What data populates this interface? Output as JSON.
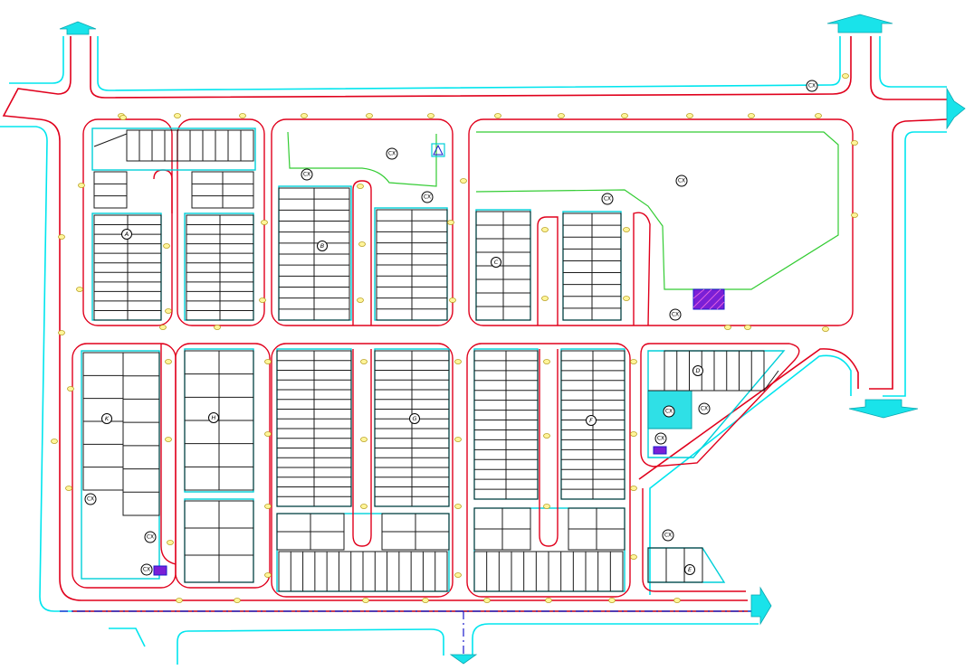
{
  "drawing": {
    "colors": {
      "road_edge": "#00e5ee",
      "curb": "#e0001c",
      "lot_line": "#1a1a1a",
      "green_area": "#33cc33",
      "axis": "#1a1acc",
      "lamp": "#fff59a",
      "parking_hatch": "#7a1fd6",
      "plaza_fill": "#2fe0e6",
      "arrow": "#19e3ea"
    },
    "blocks": [
      {
        "id": "A",
        "label": "A"
      },
      {
        "id": "B",
        "label": "B"
      },
      {
        "id": "C",
        "label": "C"
      },
      {
        "id": "D",
        "label": "D"
      },
      {
        "id": "E",
        "label": "E"
      },
      {
        "id": "F",
        "label": "F"
      },
      {
        "id": "G",
        "label": "G"
      },
      {
        "id": "H",
        "label": "H"
      },
      {
        "id": "K",
        "label": "K"
      }
    ],
    "tags": {
      "t1": "CX",
      "t2": "CX",
      "t3": "CX",
      "t4": "CX",
      "t5": "CX",
      "t6": "CX",
      "t7": "CX",
      "t8": "CX",
      "t9": "CX",
      "t10": "CX",
      "t11": "CX",
      "t12": "CX",
      "t13": "CX",
      "t14": "CX",
      "t15": "CX",
      "t16": "CX"
    },
    "icons": {
      "entry_arrow": "arrow-icon",
      "parking": "parking-hatch-icon",
      "fountain": "fountain-icon"
    }
  }
}
